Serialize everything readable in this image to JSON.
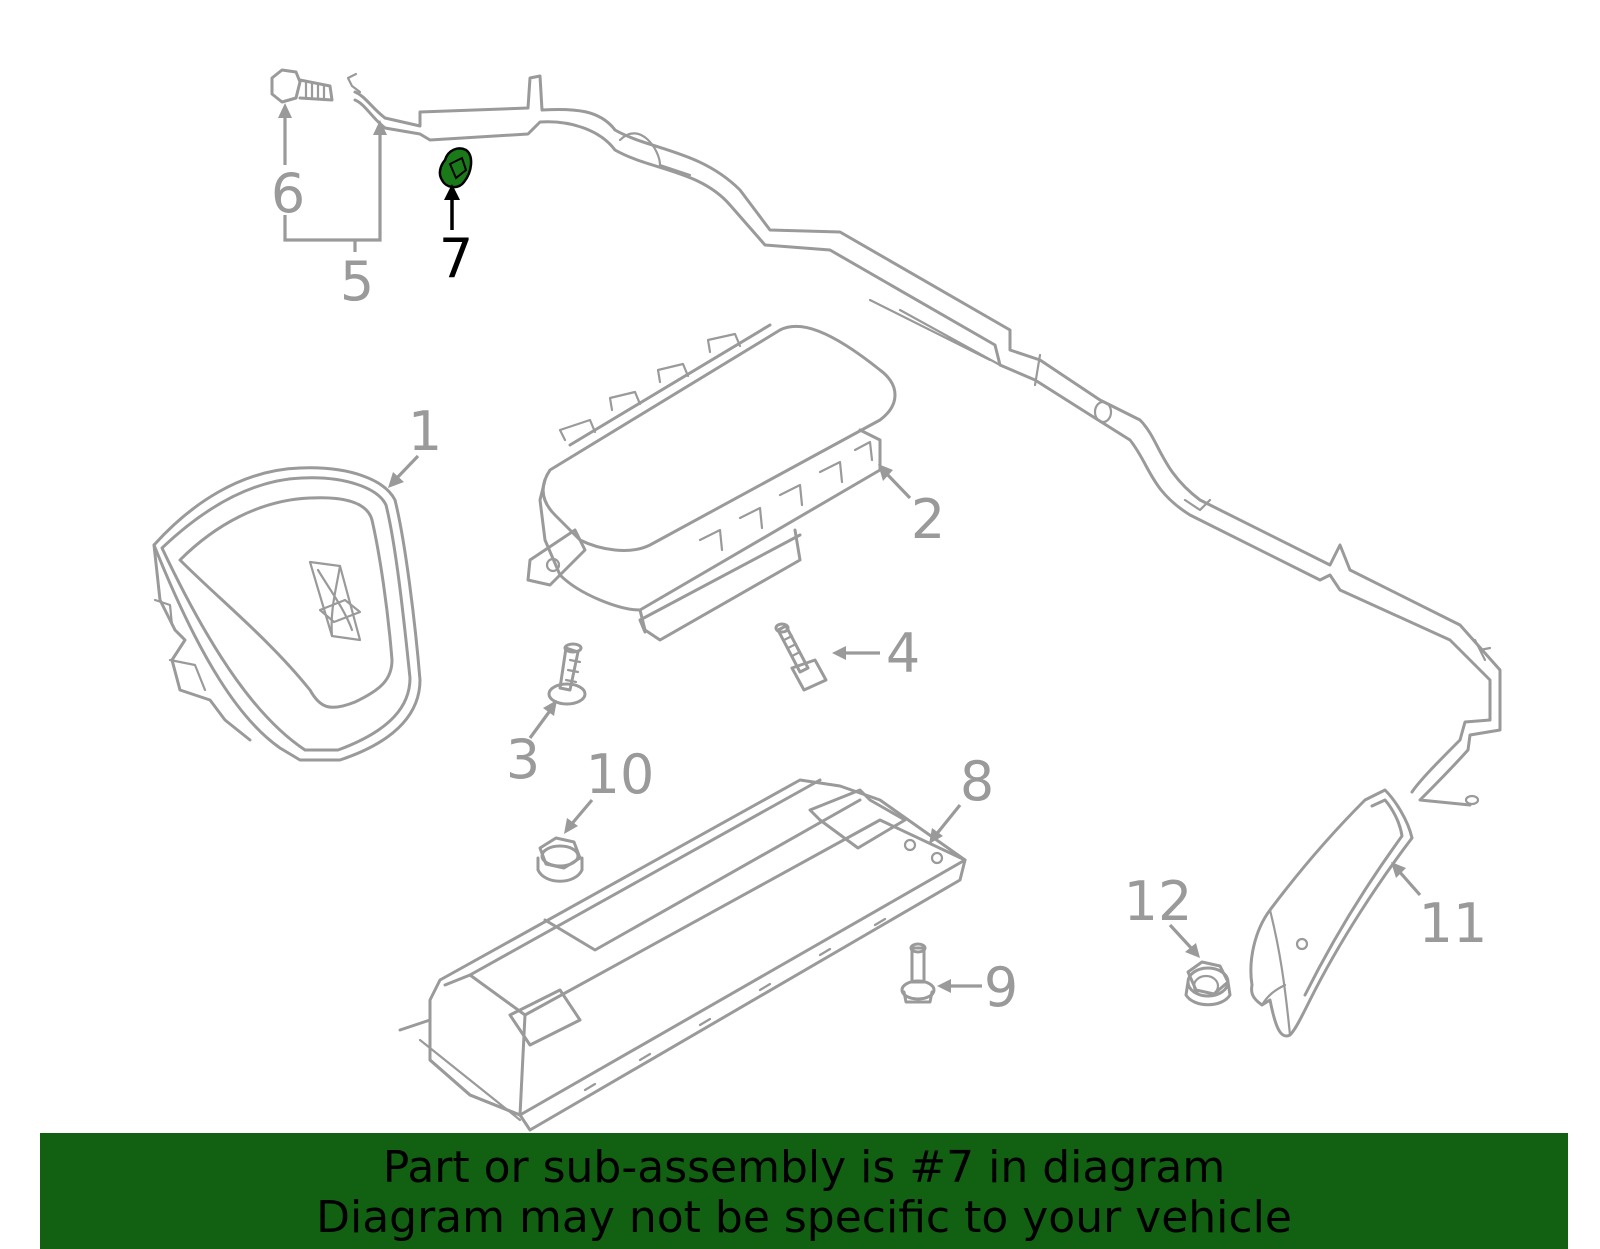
{
  "colors": {
    "part_stroke": "#9a9a9a",
    "callout_gray": "#9a9a9a",
    "highlight_fill": "#1a7a1a",
    "highlight_label": "#000000",
    "banner_bg": "#126012",
    "banner_text": "#000000"
  },
  "callouts": [
    {
      "id": "1",
      "label": "1"
    },
    {
      "id": "2",
      "label": "2"
    },
    {
      "id": "3",
      "label": "3"
    },
    {
      "id": "4",
      "label": "4"
    },
    {
      "id": "5",
      "label": "5"
    },
    {
      "id": "6",
      "label": "6"
    },
    {
      "id": "7",
      "label": "7",
      "highlighted": true
    },
    {
      "id": "8",
      "label": "8"
    },
    {
      "id": "9",
      "label": "9"
    },
    {
      "id": "10",
      "label": "10"
    },
    {
      "id": "11",
      "label": "11"
    },
    {
      "id": "12",
      "label": "12"
    }
  ],
  "banner": {
    "line1": "Part or sub-assembly is #7 in diagram",
    "line2": "Diagram may not be specific to your vehicle"
  }
}
